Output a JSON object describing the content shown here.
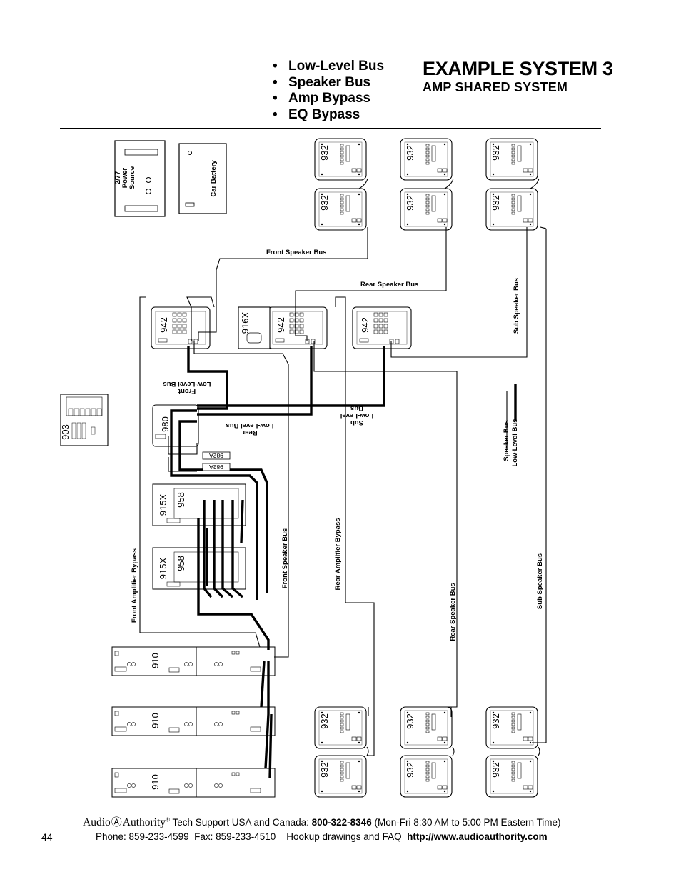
{
  "header": {
    "bullets": [
      "Low-Level Bus",
      "Speaker Bus",
      "Amp Bypass",
      "EQ Bypass"
    ],
    "title": "EXAMPLE SYSTEM 3",
    "subtitle": "AMP SHARED SYSTEM"
  },
  "diagram": {
    "power_source": "2/77\nPower\nSource",
    "car_battery": "Car Battery",
    "speaker_box_label": "932",
    "remote_label": "903",
    "controller_label": "980",
    "processor_label": "916X",
    "amp_942_label": "942",
    "dac_958_label": "958",
    "x_915_label": "915X",
    "amp_910_label": "910",
    "cable_982a_label": "982A",
    "labels": {
      "front_speaker_bus_top": "Front Speaker Bus",
      "rear_speaker_bus_top": "Rear Speaker Bus",
      "sub_speaker_bus_right": "Sub Speaker Bus",
      "front_low_level_bus": "Front\nLow-Level Bus",
      "rear_low_level_bus": "Rear\nLow-Level Bus",
      "sub_low_level_bus": "Sub\nLow-Level\nBus",
      "front_amplifier_bypass": "Front Amplifier Bypass",
      "front_speaker_bus_mid": "Front Speaker Bus",
      "rear_amplifier_bypass": "Rear Amplifier Bypass",
      "rear_speaker_bus_low": "Rear Speaker Bus",
      "sub_speaker_bus_low": "Sub Speaker Bus",
      "legend_speaker_bus": "Speaker Bus",
      "legend_low_level_bus": "Low-Level Bus"
    }
  },
  "footer": {
    "page_number": "44",
    "brand_left": "Audio",
    "brand_right": "Authority",
    "registered": "®",
    "support_prefix": "Tech Support USA and Canada:",
    "support_phone": "800-322-8346",
    "support_hours": "(Mon-Fri 8:30 AM to 5:00 PM Eastern Time)",
    "phone": "Phone: 859-233-4599",
    "fax": "Fax: 859-233-4510",
    "faq_prefix": "Hookup drawings and FAQ",
    "url": "http://www.audioauthority.com"
  }
}
